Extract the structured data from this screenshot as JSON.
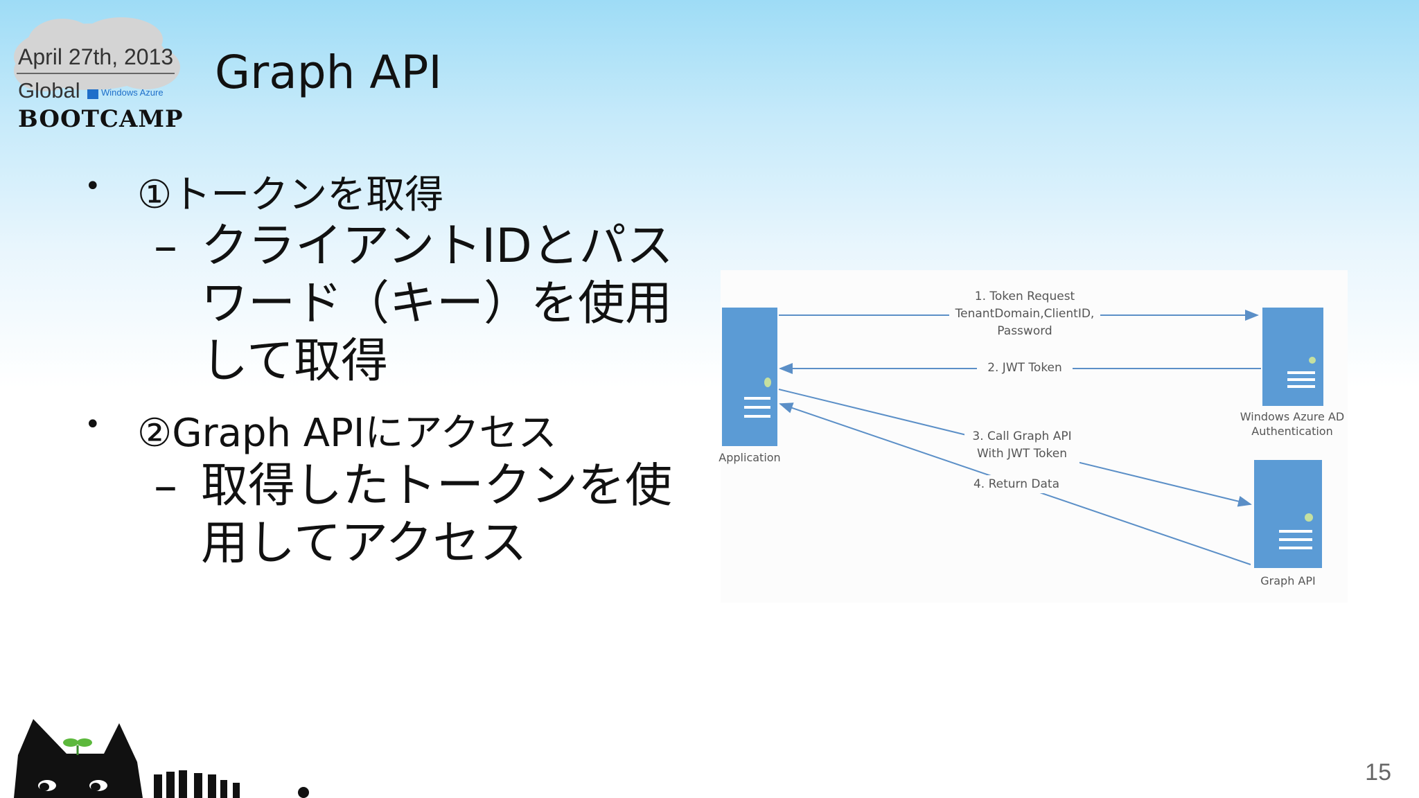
{
  "logo": {
    "date": "April 27th, 2013",
    "global": "Global",
    "azure": "Windows Azure",
    "bootcamp": "BOOTCAMP"
  },
  "slide": {
    "title": "Graph API",
    "bullets": [
      {
        "text": "①トークンを取得",
        "sub_lines": [
          "クライアントIDとパス",
          "ワード（キー）を使用",
          "して取得"
        ]
      },
      {
        "text": "②Graph APIにアクセス",
        "sub_lines": [
          "取得したトークンを使",
          "用してアクセス"
        ]
      }
    ],
    "page_number": "15"
  },
  "diagram": {
    "nodes": {
      "application": "Application",
      "azure_ad": [
        "Windows Azure AD",
        "Authentication"
      ],
      "graph_api": "Graph API"
    },
    "messages": {
      "token_request": [
        "1. Token Request",
        "TenantDomain,ClientID,",
        "Password"
      ],
      "jwt_token": "2. JWT Token",
      "call_graph": [
        "3. Call Graph API",
        "With JWT Token"
      ],
      "return_data": "4. Return Data"
    },
    "colors": {
      "server": "#5b9bd5",
      "led": "#c5e0a0",
      "arrow": "#5b8fc7"
    }
  }
}
